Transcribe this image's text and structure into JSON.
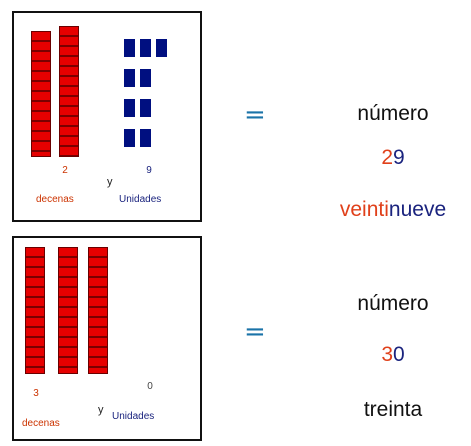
{
  "rows": [
    {
      "tens_count": "2",
      "units_count": "9",
      "tens_label": "decenas",
      "connector": "y",
      "units_label": "Unidades",
      "equals": "=",
      "numero_label": "número",
      "number_tens_digit": "2",
      "number_units_digit": "9",
      "word_tens_part": "veinti",
      "word_units_part": "nueve"
    },
    {
      "tens_count": "3",
      "units_count": "0",
      "tens_label": "decenas",
      "connector": "y",
      "units_label": "Unidades",
      "equals": "=",
      "numero_label": "número",
      "number_tens_digit": "3",
      "number_units_digit": "0",
      "word": "treinta"
    }
  ],
  "colors": {
    "rod_red": "#e60000",
    "unit_blue": "#000f80",
    "tens_text": "#cc3300",
    "units_text": "#1a237e",
    "equals": "#1a73a8"
  }
}
